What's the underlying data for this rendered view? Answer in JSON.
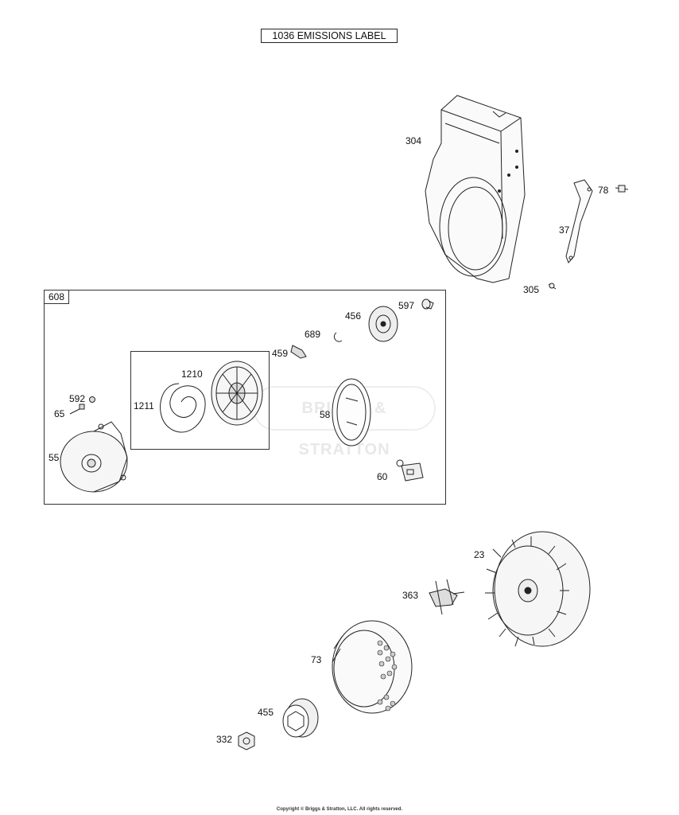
{
  "title_box": {
    "label": "1036 EMISSIONS LABEL"
  },
  "group": {
    "tag": "608"
  },
  "watermark": {
    "text": "BRIGGS & STRATTON"
  },
  "callouts": {
    "c304": "304",
    "c78": "78",
    "c37": "37",
    "c305": "305",
    "c597": "597",
    "c456": "456",
    "c689": "689",
    "c459": "459",
    "c1210": "1210",
    "c1211": "1211",
    "c592": "592",
    "c65": "65",
    "c58": "58",
    "c55": "55",
    "c60": "60",
    "c23": "23",
    "c363": "363",
    "c73": "73",
    "c455": "455",
    "c332": "332"
  },
  "footer": {
    "copyright": "Copyright © Briggs & Stratton, LLC. All rights reserved."
  }
}
